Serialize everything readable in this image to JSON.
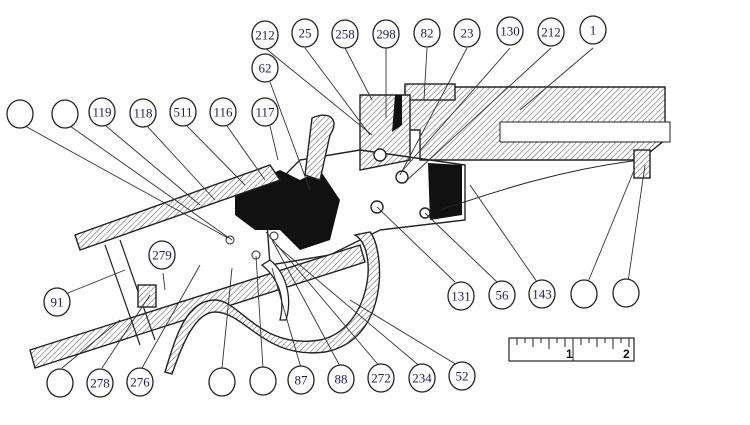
{
  "diagram": {
    "callouts": [
      {
        "id": "c212a",
        "label": "212"
      },
      {
        "id": "c25",
        "label": "25"
      },
      {
        "id": "c258",
        "label": "258"
      },
      {
        "id": "c298",
        "label": "298"
      },
      {
        "id": "c82",
        "label": "82"
      },
      {
        "id": "c23",
        "label": "23"
      },
      {
        "id": "c130",
        "label": "130"
      },
      {
        "id": "c212b",
        "label": "212"
      },
      {
        "id": "c1",
        "label": "1"
      },
      {
        "id": "c62",
        "label": "62"
      },
      {
        "id": "cb1",
        "label": ""
      },
      {
        "id": "cb2",
        "label": ""
      },
      {
        "id": "c119",
        "label": "119"
      },
      {
        "id": "c118",
        "label": "118"
      },
      {
        "id": "c511",
        "label": "511"
      },
      {
        "id": "c116",
        "label": "116"
      },
      {
        "id": "c117",
        "label": "117"
      },
      {
        "id": "c279",
        "label": "279"
      },
      {
        "id": "c91",
        "label": "91"
      },
      {
        "id": "c131",
        "label": "131"
      },
      {
        "id": "c56",
        "label": "56"
      },
      {
        "id": "c143",
        "label": "143"
      },
      {
        "id": "cb3",
        "label": ""
      },
      {
        "id": "cb4",
        "label": ""
      },
      {
        "id": "cb5",
        "label": ""
      },
      {
        "id": "c278",
        "label": "278"
      },
      {
        "id": "c276",
        "label": "276"
      },
      {
        "id": "cb6",
        "label": ""
      },
      {
        "id": "cb7",
        "label": ""
      },
      {
        "id": "c87",
        "label": "87"
      },
      {
        "id": "c88",
        "label": "88"
      },
      {
        "id": "c272",
        "label": "272"
      },
      {
        "id": "c234",
        "label": "234"
      },
      {
        "id": "c52",
        "label": "52"
      }
    ],
    "ruler": {
      "labels": [
        "1",
        "2"
      ],
      "unit": "inch"
    }
  }
}
